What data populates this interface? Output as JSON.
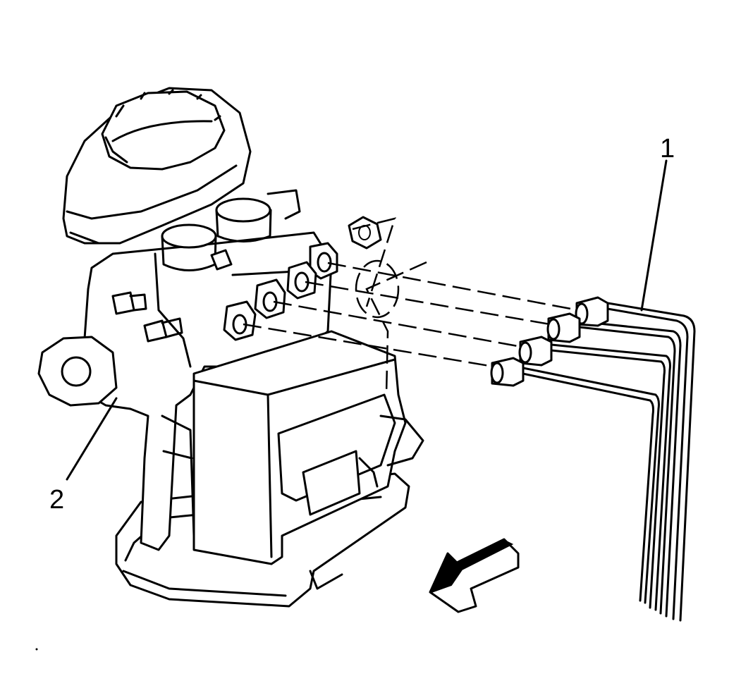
{
  "diagram": {
    "callouts": [
      {
        "id": "1",
        "label": "1"
      },
      {
        "id": "2",
        "label": "2"
      }
    ],
    "line_color": "#000000",
    "background": "#ffffff"
  }
}
